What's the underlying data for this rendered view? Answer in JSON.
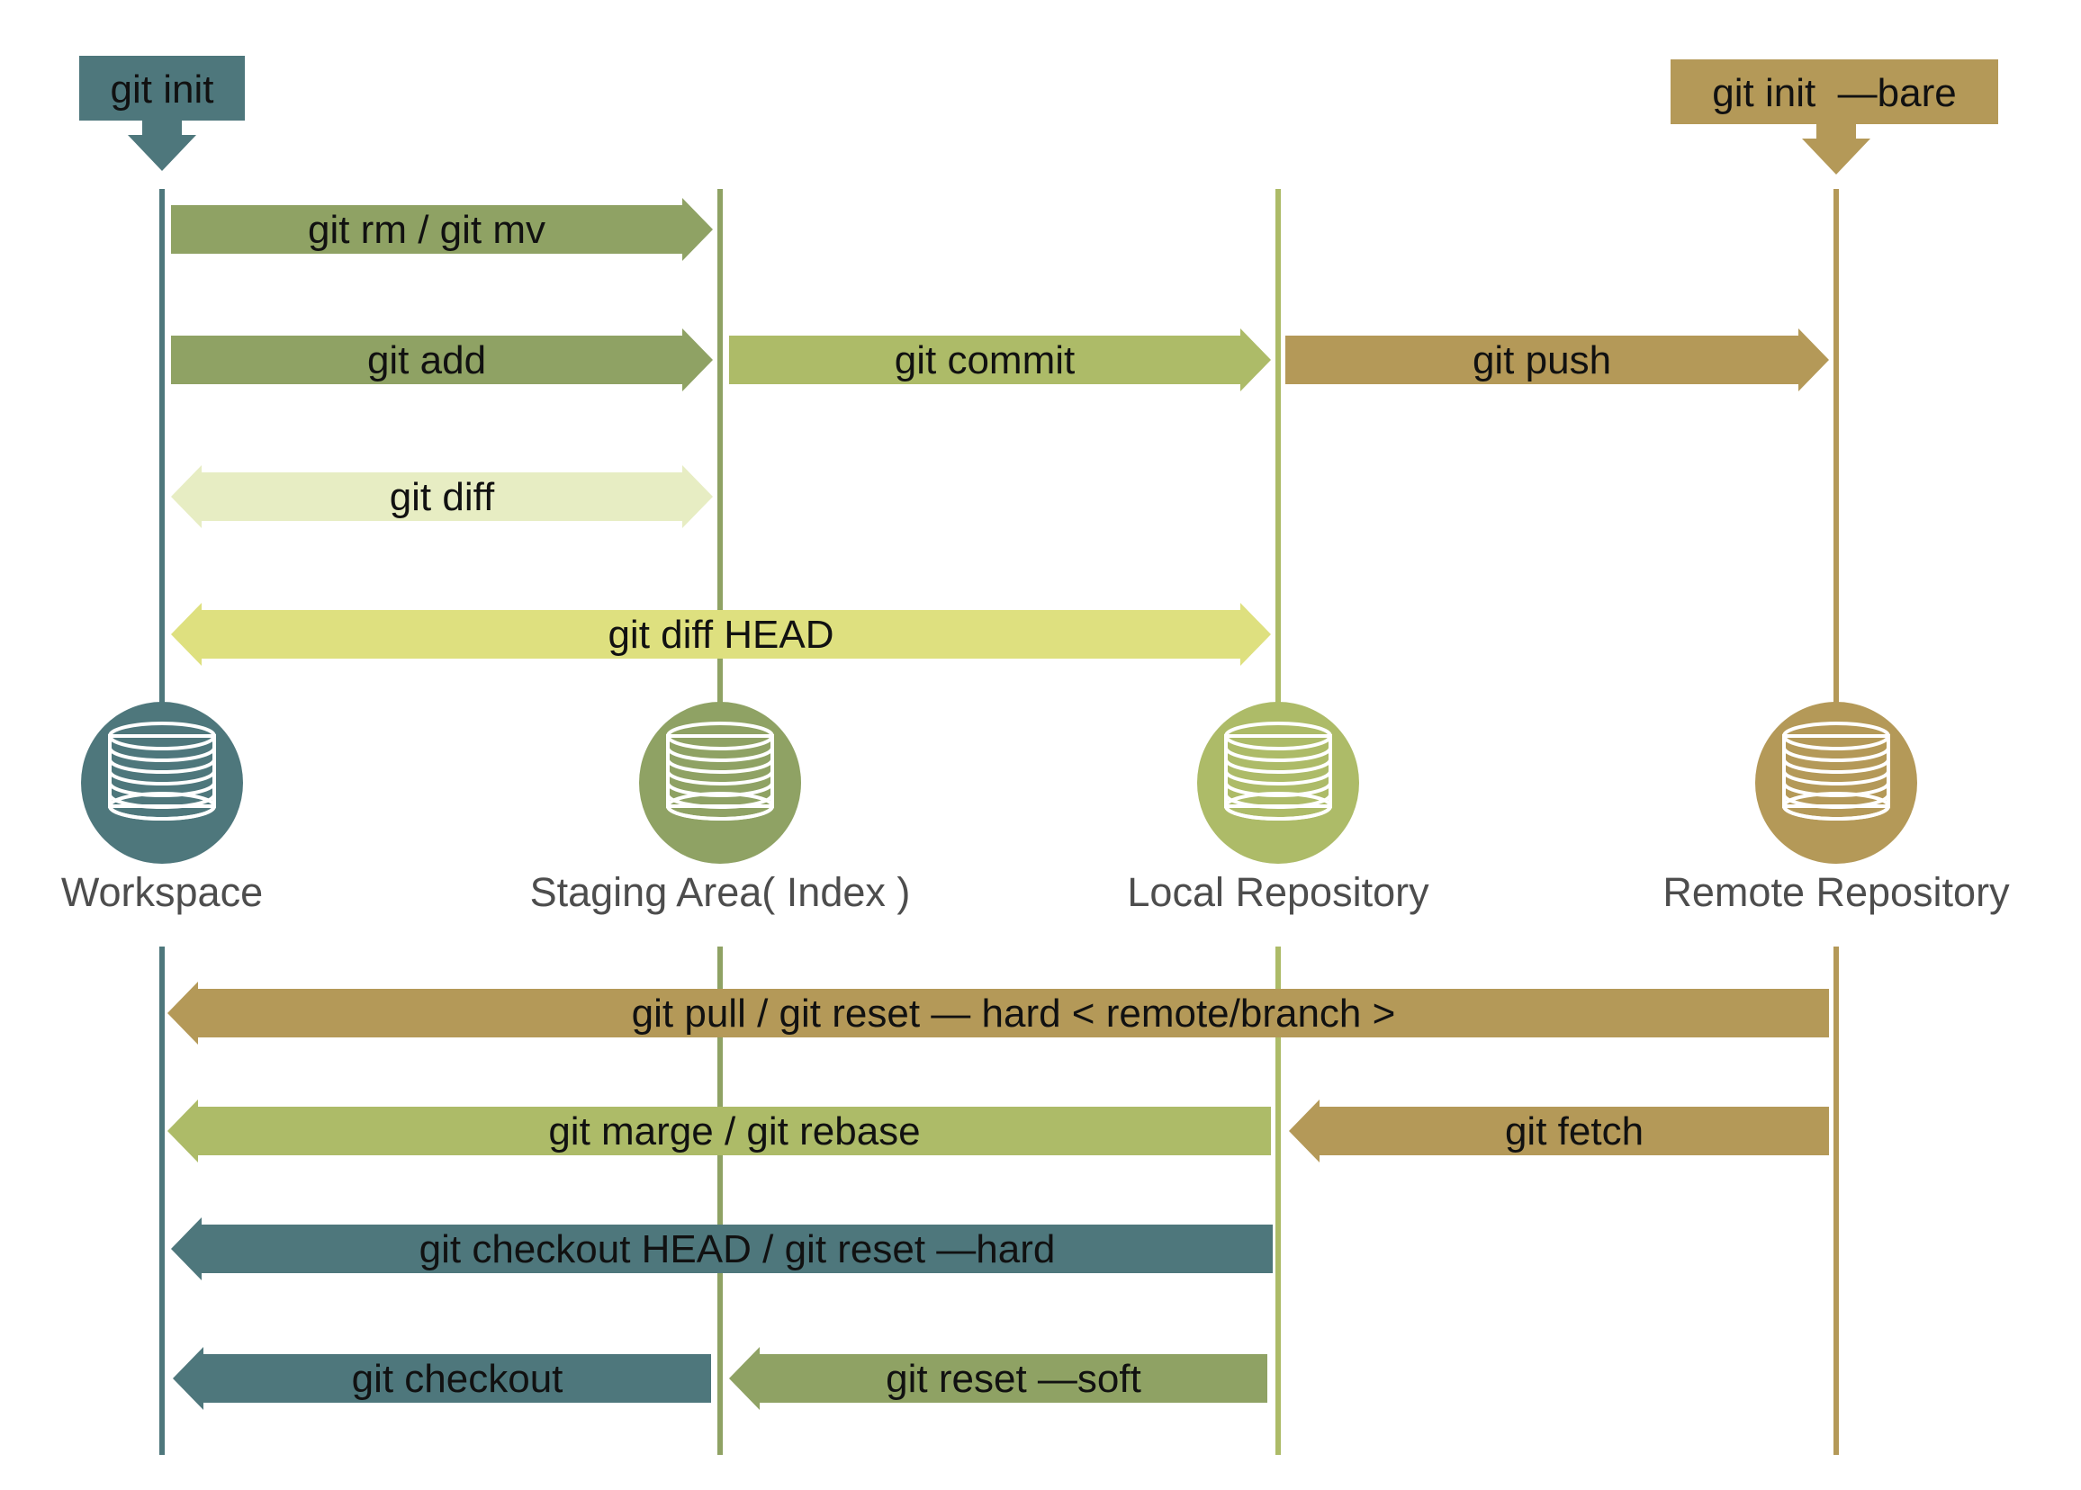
{
  "colors": {
    "workspace": "#4E777C",
    "staging": "#8FA264",
    "local": "#ADBB68",
    "remote": "#B49958",
    "diff_light": "#E7EDC3",
    "diff_head": "#DEE07F",
    "icon": "#ffffff"
  },
  "areas": [
    {
      "id": "workspace",
      "label": "Workspace",
      "color": "workspace",
      "icon": "database-icon",
      "init": "git init"
    },
    {
      "id": "staging",
      "label": "Staging Area( Index )",
      "color": "staging",
      "icon": "database-icon"
    },
    {
      "id": "local",
      "label": "Local Repository",
      "color": "local",
      "icon": "database-icon"
    },
    {
      "id": "remote",
      "label": "Remote Repository",
      "color": "remote",
      "icon": "database-icon",
      "init": "git init  —bare"
    }
  ],
  "commands": [
    {
      "id": "git-rm-mv",
      "label": "git rm / git mv",
      "from": "workspace",
      "to": "staging",
      "direction": "right",
      "color": "staging"
    },
    {
      "id": "git-add",
      "label": "git add",
      "from": "workspace",
      "to": "staging",
      "direction": "right",
      "color": "staging"
    },
    {
      "id": "git-commit",
      "label": "git commit",
      "from": "staging",
      "to": "local",
      "direction": "right",
      "color": "local"
    },
    {
      "id": "git-push",
      "label": "git push",
      "from": "local",
      "to": "remote",
      "direction": "right",
      "color": "remote"
    },
    {
      "id": "git-diff",
      "label": "git diff",
      "from": "workspace",
      "to": "staging",
      "direction": "both",
      "color": "diff_light"
    },
    {
      "id": "git-diff-head",
      "label": "git diff HEAD",
      "from": "workspace",
      "to": "local",
      "direction": "both",
      "color": "diff_head"
    },
    {
      "id": "git-pull-reset",
      "label": "git pull / git reset — hard < remote/branch >",
      "from": "remote",
      "to": "workspace",
      "direction": "left",
      "color": "remote"
    },
    {
      "id": "git-merge-rebase",
      "label": "git marge / git rebase",
      "from": "local",
      "to": "workspace",
      "direction": "left",
      "color": "local"
    },
    {
      "id": "git-fetch",
      "label": "git fetch",
      "from": "remote",
      "to": "local",
      "direction": "left",
      "color": "remote"
    },
    {
      "id": "git-checkout-head",
      "label": "git checkout HEAD / git reset —hard",
      "from": "local",
      "to": "workspace",
      "direction": "left",
      "color": "workspace"
    },
    {
      "id": "git-checkout",
      "label": "git checkout",
      "from": "staging",
      "to": "workspace",
      "direction": "left",
      "color": "workspace"
    },
    {
      "id": "git-reset-soft",
      "label": "git reset —soft",
      "from": "local",
      "to": "staging",
      "direction": "left",
      "color": "staging"
    }
  ]
}
